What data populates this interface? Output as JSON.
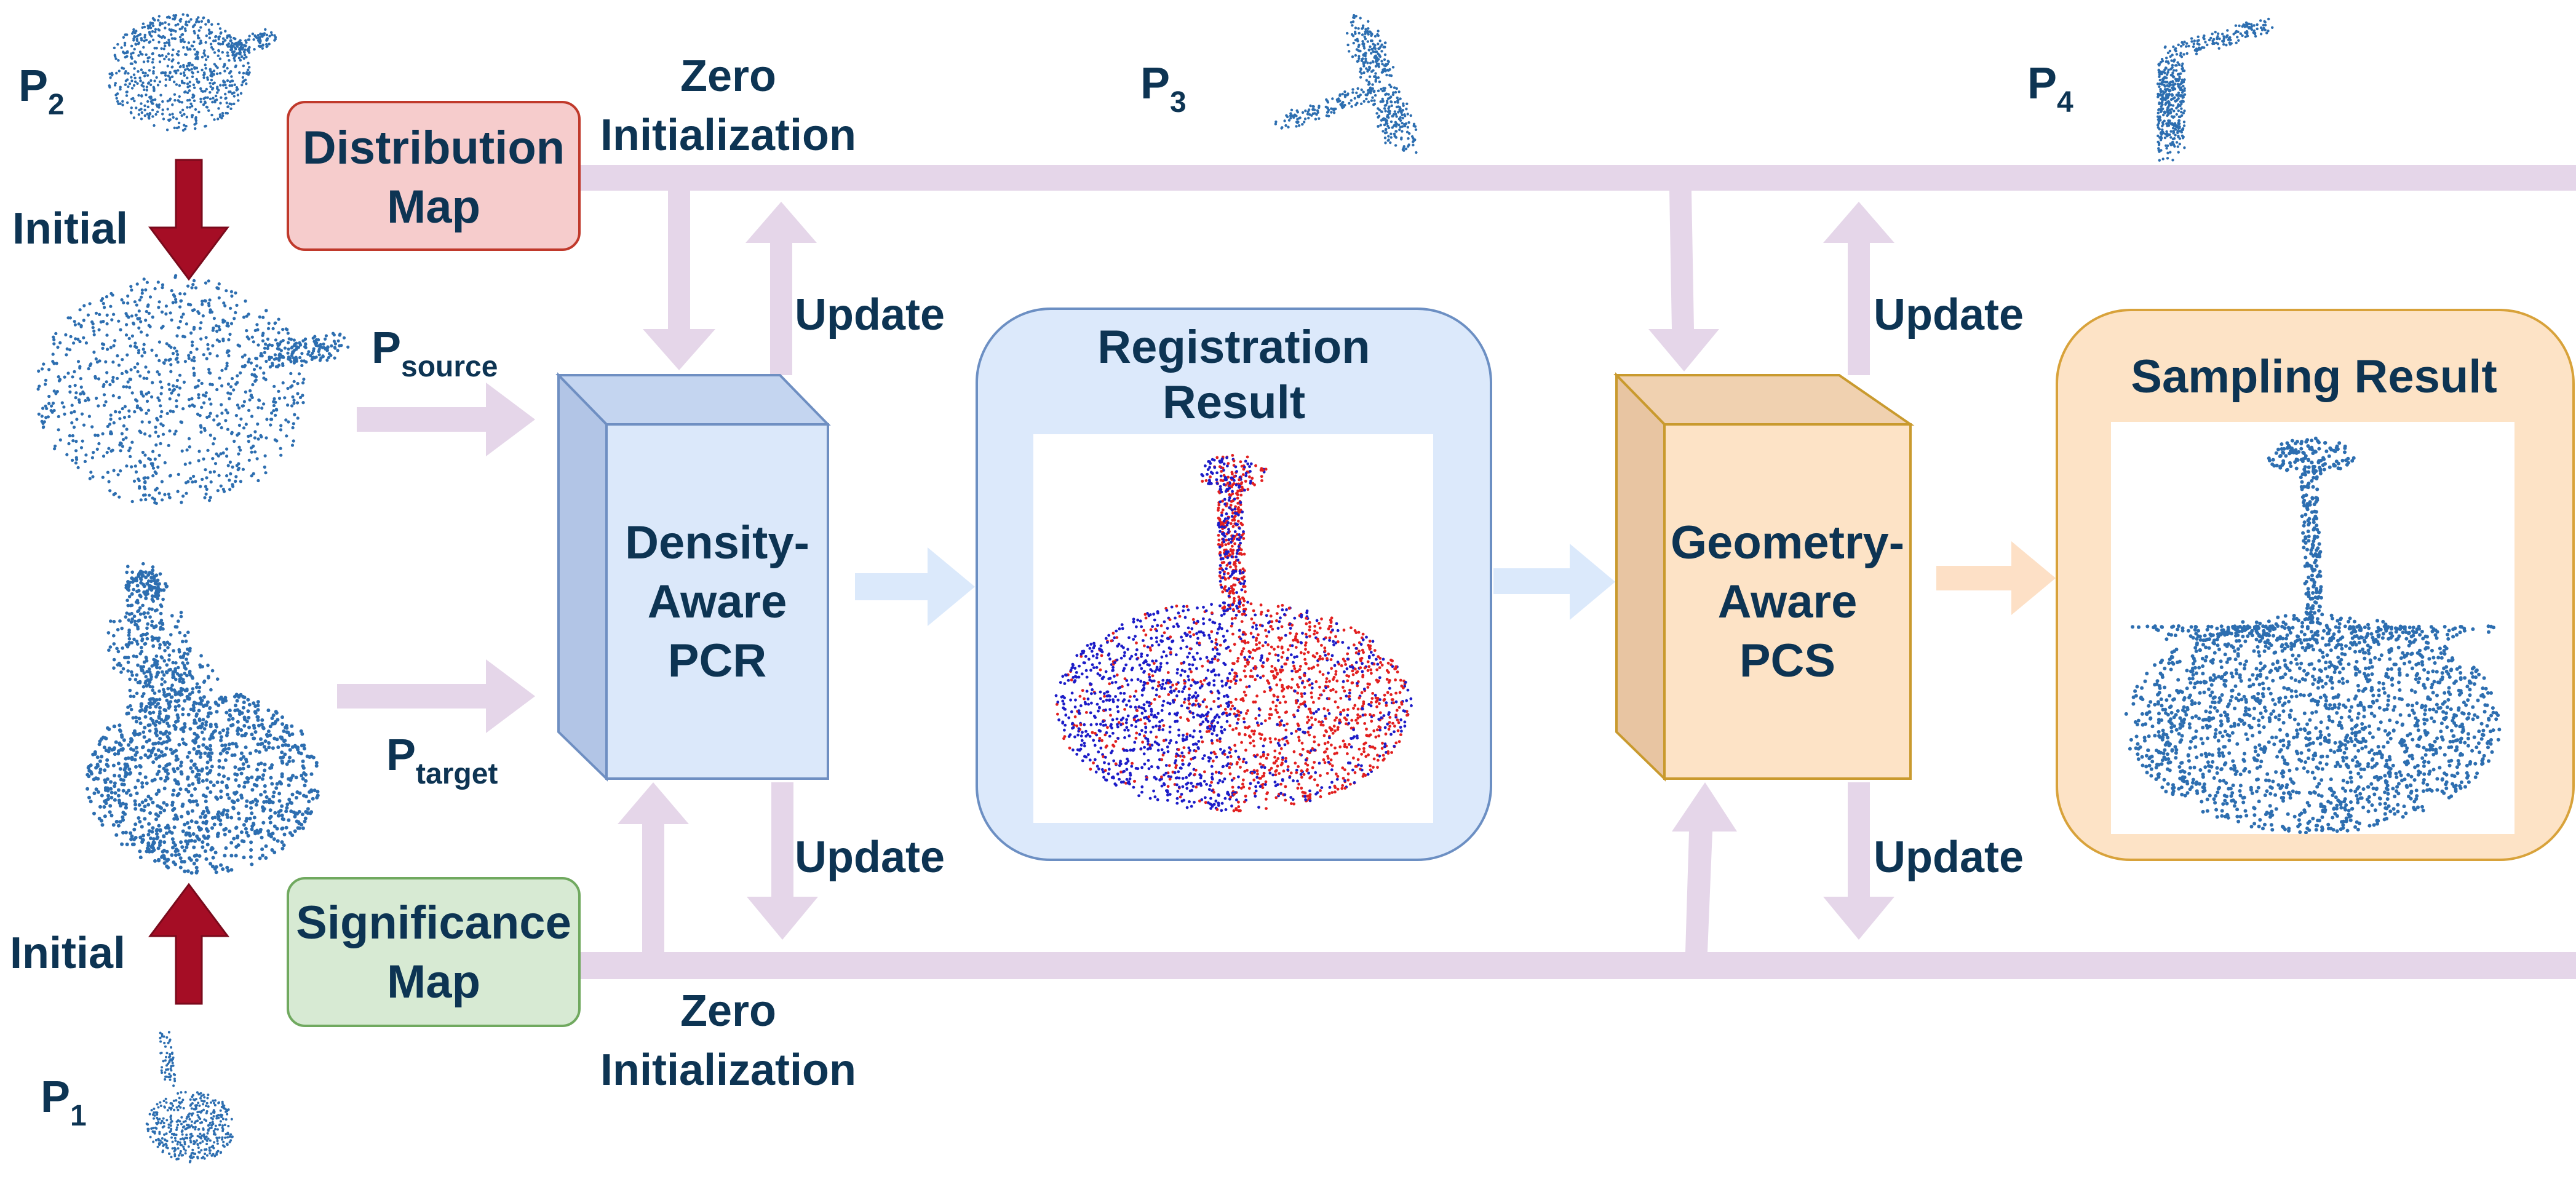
{
  "colors": {
    "text": "#0d3453",
    "rail": "#e5d6e9",
    "arrow_blue": "#dbe9fb",
    "arrow_orange": "#fde0c6",
    "init_arrow": "#a50d25",
    "points_blue": "#2d6eb0",
    "points_red": "#e22020",
    "points_navy": "#1c1cc8",
    "dist_fill": "#f6cccc",
    "dist_stroke": "#c0392b",
    "sig_fill": "#d7ead3",
    "sig_stroke": "#70a95f",
    "pcr_front": "#dbe8fa",
    "pcr_side": "#c4d5f0",
    "pcr_stroke": "#6f8fc2",
    "pcs_front": "#fde3c6",
    "pcs_side": "#f0d1b0",
    "pcs_stroke": "#c99a2e",
    "reg_fill": "#dce9fb",
    "reg_stroke": "#6c8fc3",
    "samp_fill": "#fde3c6",
    "samp_stroke": "#d8a23a"
  },
  "labels": {
    "p2": {
      "base": "P",
      "sub": "2"
    },
    "p1": {
      "base": "P",
      "sub": "1"
    },
    "p3": {
      "base": "P",
      "sub": "3"
    },
    "p4": {
      "base": "P",
      "sub": "4"
    },
    "p_source": {
      "base": "P",
      "sub": "source"
    },
    "p_target": {
      "base": "P",
      "sub": "target"
    },
    "initial_top": "Initial",
    "initial_bottom": "Initial",
    "zero_init_top": {
      "line1": "Zero",
      "line2": "Initialization"
    },
    "zero_init_bottom": {
      "line1": "Zero",
      "line2": "Initialization"
    },
    "update_pcr_top": "Update",
    "update_pcr_bottom": "Update",
    "update_pcs_top": "Update",
    "update_pcs_bottom": "Update"
  },
  "boxes": {
    "distribution_map": {
      "line1": "Distribution",
      "line2": "Map"
    },
    "significance_map": {
      "line1": "Significance",
      "line2": "Map"
    },
    "pcr": {
      "line1": "Density-",
      "line2": "Aware",
      "line3": "PCR"
    },
    "pcs": {
      "line1": "Geometry-",
      "line2": "Aware",
      "line3": "PCS"
    },
    "registration_result": {
      "line1": "Registration",
      "line2": "Result"
    },
    "sampling_result": {
      "line1": "Sampling Result"
    }
  }
}
